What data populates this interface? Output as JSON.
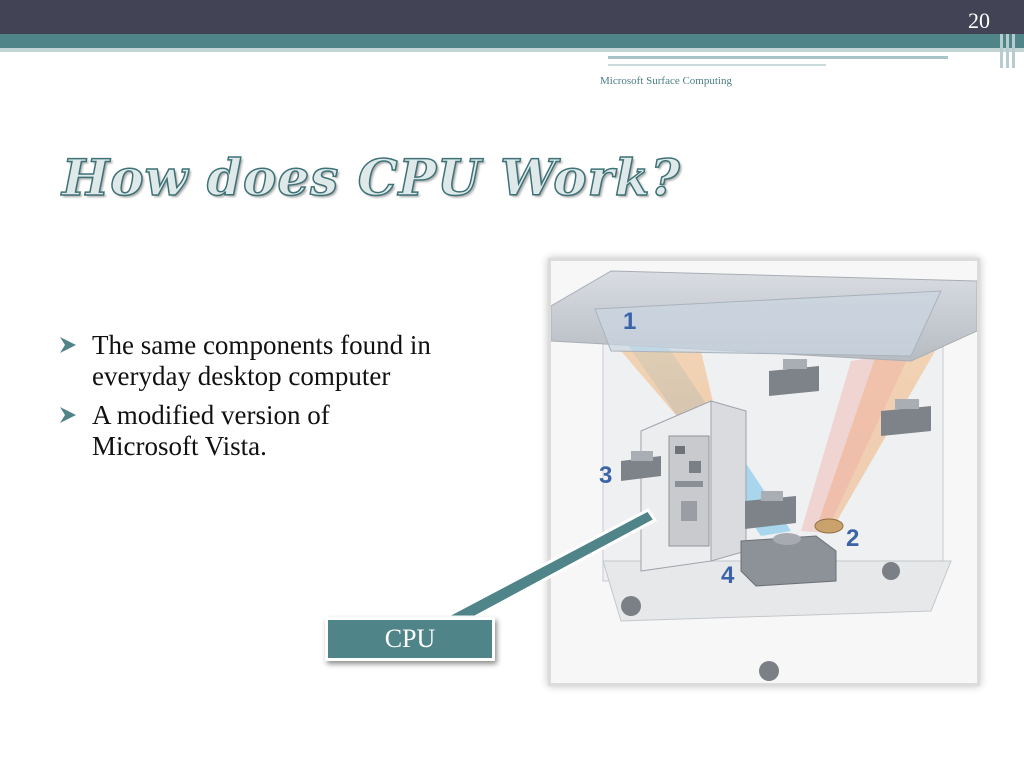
{
  "slide": {
    "number": "20",
    "footer": "Microsoft Surface Computing",
    "title": "How does CPU Work?"
  },
  "bullets": [
    "The same components found in everyday desktop computer",
    "A modified version of Microsoft Vista."
  ],
  "figure": {
    "labels": [
      "1",
      "2",
      "3",
      "4"
    ]
  },
  "callout": {
    "label": "CPU"
  },
  "colors": {
    "top_bar": "#424456",
    "accent_teal": "#4f8489",
    "bullet_arrow": "#4f8489",
    "label_blue": "#3b63a8"
  },
  "icons": {
    "bullet": "arrow-bullet-icon"
  }
}
